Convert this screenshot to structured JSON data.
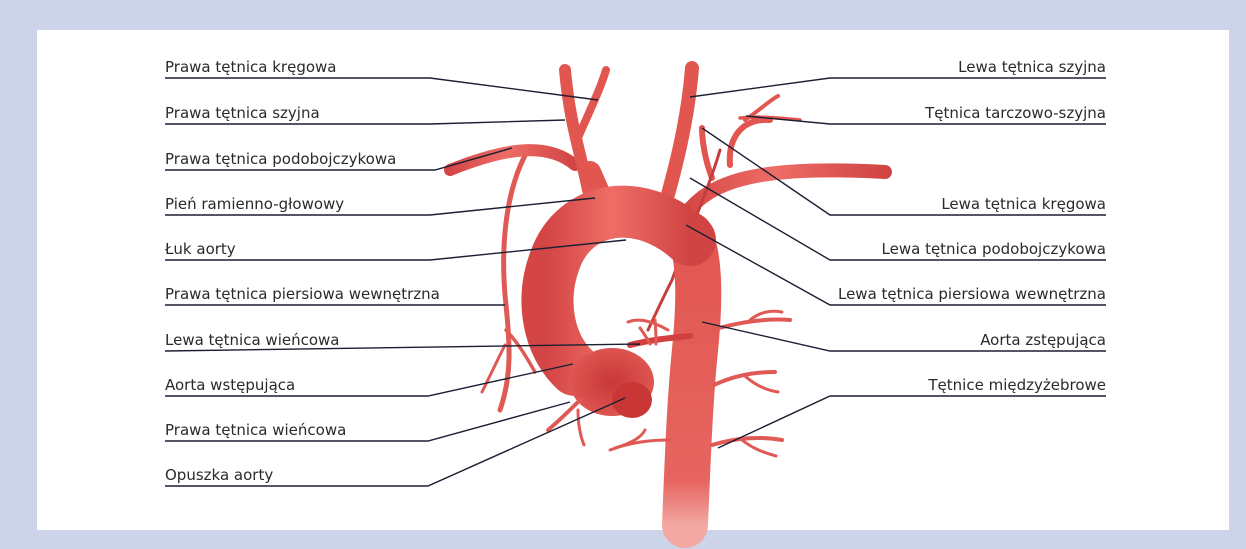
{
  "labels_left": [
    "Prawa tętnica kręgowa",
    "Prawa tętnica szyjna",
    "Prawa tętnica podobojczykowa",
    "Pień ramienno-głowowy",
    "Łuk aorty",
    "Prawa tętnica piersiowa wewnętrzna",
    "Lewa tętnica wieńcowa",
    "Aorta wstępująca",
    "Prawa tętnica wieńcowa",
    "Opuszka aorty"
  ],
  "labels_right": [
    "Lewa tętnica szyjna",
    "Tętnica tarczowo-szyjna",
    "Lewa tętnica kręgowa",
    "Lewa tętnica podobojczykowa",
    "Lewa tętnica piersiowa wewnętrzna",
    "Aorta zstępująca",
    "Tętnice międzyżebrowe"
  ],
  "colors": {
    "background": "#cdd3e8",
    "panel": "#ffffff",
    "artery": "#e0504f",
    "artery_dark": "#c43a3a",
    "artery_light": "#f07a70",
    "leader_line": "#1a1f33"
  }
}
